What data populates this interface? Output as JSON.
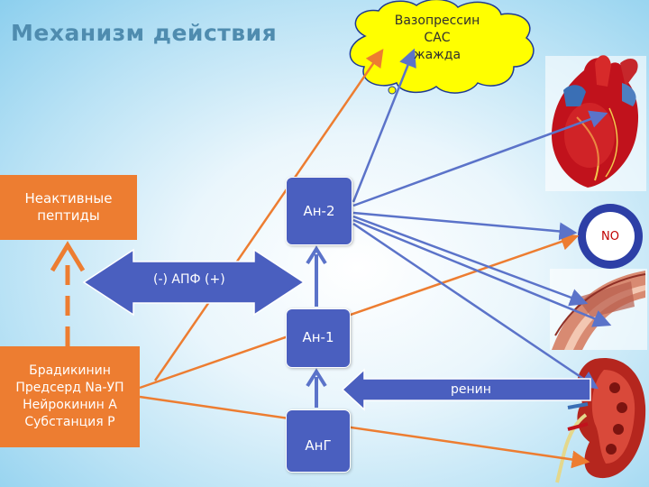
{
  "slide": {
    "title": "Механизм действия"
  },
  "cloud": {
    "lines": [
      "Вазопрессин",
      "САС",
      "жажда"
    ]
  },
  "boxes": {
    "inactive_peptides": [
      "Неактивные",
      "пептиды"
    ],
    "bradykinin": [
      "Брадикинин",
      "Предсерд Na-УП",
      "Нейрокинин А",
      "Субстанция Р"
    ],
    "an2": "Ан-2",
    "an1": "Ан-1",
    "ang": "АнГ"
  },
  "arrows": {
    "apf_label": "(-) АПФ (+)",
    "renin_label": "ренин"
  },
  "organs": {
    "no_label": "NO",
    "heart_icon": "heart-icon",
    "vessel_icon": "blood-vessel-icon",
    "kidney_icon": "kidney-icon"
  },
  "colors": {
    "orange": "#ed7d31",
    "blue": "#4a5fbf",
    "line_blue": "#5b73c9",
    "cloud_yellow": "#ffff00",
    "ring_blue": "#2d3fa6"
  }
}
